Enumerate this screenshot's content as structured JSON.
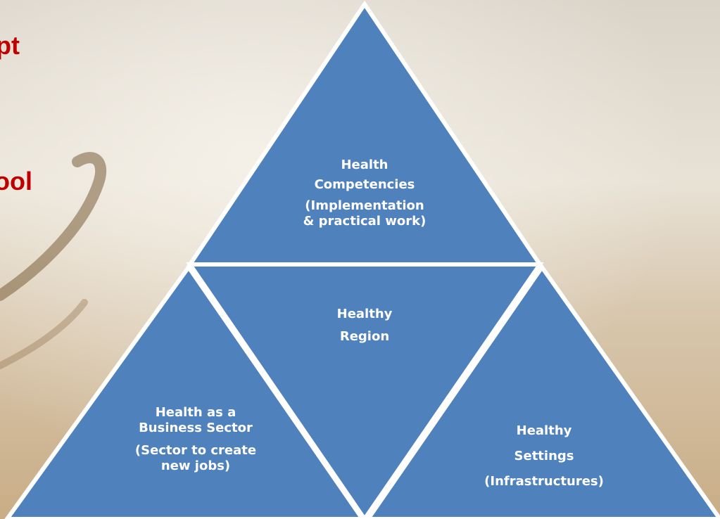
{
  "partial_title": {
    "line1": "pt",
    "line2": "ool"
  },
  "pyramid": {
    "top": {
      "title_line1": "Health",
      "title_line2": "Competencies",
      "subtitle_line1": "(Implementation",
      "subtitle_line2": "& practical work)"
    },
    "center": {
      "line1": "Healthy",
      "line2": "Region"
    },
    "bottom_left": {
      "title_line1": "Health as a",
      "title_line2": "Business Sector",
      "subtitle_line1": "(Sector to create",
      "subtitle_line2": "new jobs)"
    },
    "bottom_right": {
      "line1": "Healthy",
      "line2": "Settings",
      "line3": "(Infrastructures)"
    }
  },
  "colors": {
    "triangle_fill": "#4f81bd",
    "triangle_stroke": "#ffffff",
    "title_red": "#c00000",
    "label_text": "#ffffff"
  }
}
